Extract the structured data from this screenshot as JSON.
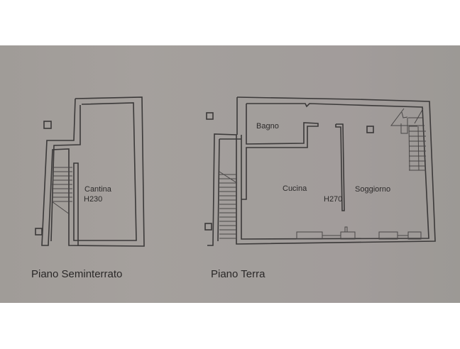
{
  "floorplan": {
    "background_color": "#a19d9a",
    "line_color": "#3b3939",
    "floors": [
      {
        "name": "Piano Seminterrato",
        "rooms": [
          {
            "name": "Cantina",
            "height": "H230"
          }
        ]
      },
      {
        "name": "Piano Terra",
        "rooms": [
          {
            "name": "Bagno"
          },
          {
            "name": "Cucina"
          },
          {
            "name": "Soggiorno"
          }
        ],
        "height": "H270"
      }
    ]
  }
}
